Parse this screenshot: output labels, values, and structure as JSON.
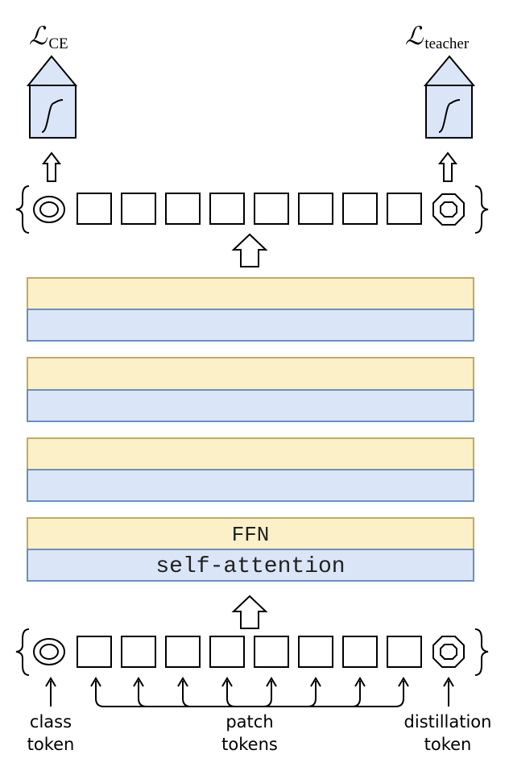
{
  "losses": {
    "left": {
      "symbol": "ℒ",
      "subscript": "CE"
    },
    "right": {
      "symbol": "ℒ",
      "subscript": "teacher"
    }
  },
  "layer_labels": {
    "ffn": "FFN",
    "attention": "self-attention"
  },
  "bottom_labels": {
    "class_line1": "class",
    "class_line2": "token",
    "patch_line1": "patch",
    "patch_line2": "tokens",
    "distill_line1": "distillation",
    "distill_line2": "token"
  },
  "colors": {
    "ffn_fill": "#fcf0c9",
    "ffn_stroke": "#c2ab5a",
    "attn_fill": "#dae6f7",
    "attn_stroke": "#6c8ebf",
    "arrow_fill": "#dae6f7"
  }
}
